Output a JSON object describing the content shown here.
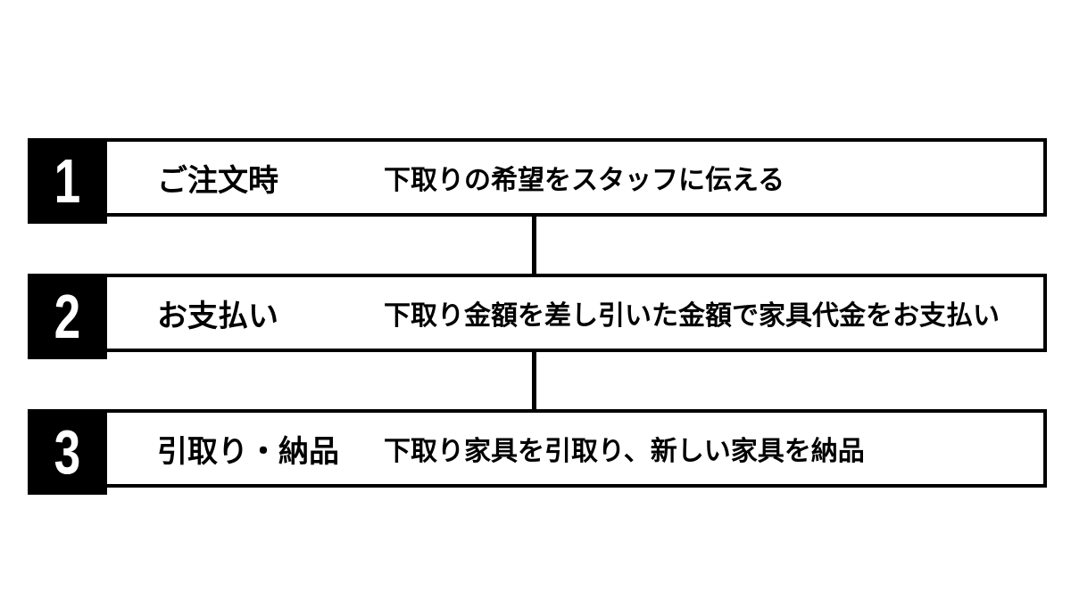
{
  "diagram": {
    "type": "vertical-step-flow",
    "step_count": 3
  },
  "steps": [
    {
      "number": "1",
      "title": "ご注文時",
      "description": "下取りの希望をスタッフに伝える"
    },
    {
      "number": "2",
      "title": "お支払い",
      "description": "下取り金額を差し引いた金額で家具代金をお支払い"
    },
    {
      "number": "3",
      "title": "引取り・納品",
      "description": "下取り家具を引取り、新しい家具を納品"
    }
  ],
  "colors": {
    "foreground": "#000000",
    "background": "#ffffff",
    "number_text": "#ffffff",
    "box_border": "#000000",
    "badge_background": "#000000"
  }
}
